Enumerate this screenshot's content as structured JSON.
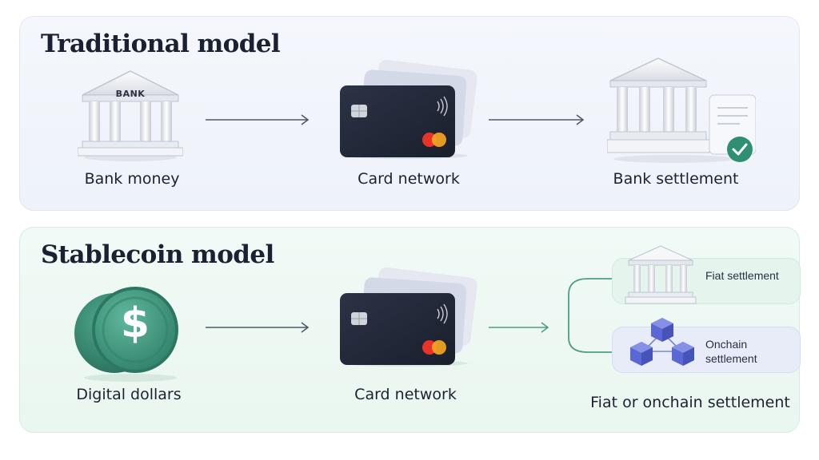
{
  "traditional": {
    "title": "Traditional model",
    "bank_sign": "BANK",
    "steps": [
      "Bank money",
      "Card network",
      "Bank settlement"
    ]
  },
  "stablecoin": {
    "title": "Stablecoin model",
    "coin_symbol": "$",
    "steps": [
      "Digital dollars",
      "Card network",
      "Fiat or onchain settlement"
    ],
    "fiat_option": "Fiat settlement",
    "onchain_option": "Onchain settlement"
  },
  "colors": {
    "card_dark": "#222838",
    "coin_green": "#3f9a80",
    "check_green": "#2f8f73",
    "block_blue": "#5b68d4",
    "arrow_gray": "#4f5868",
    "branch_green": "#4c9e86"
  }
}
